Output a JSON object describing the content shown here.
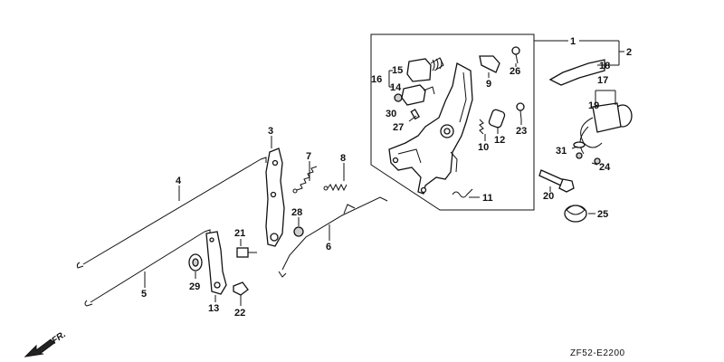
{
  "diagram": {
    "code": "ZF52-E2200",
    "direction_label": "FR.",
    "callouts": {
      "c1": "1",
      "c2": "2",
      "c3": "3",
      "c4": "4",
      "c5": "5",
      "c6": "6",
      "c7": "7",
      "c8": "8",
      "c9": "9",
      "c10": "10",
      "c11": "11",
      "c12": "12",
      "c13": "13",
      "c14": "14",
      "c15": "15",
      "c16": "16",
      "c17": "17",
      "c18": "18",
      "c19": "19",
      "c20": "20",
      "c21": "21",
      "c22": "22",
      "c23": "23",
      "c24": "24",
      "c25": "25",
      "c26": "26",
      "c27": "27",
      "c28": "28",
      "c29": "29",
      "c30": "30",
      "c31": "31"
    }
  }
}
